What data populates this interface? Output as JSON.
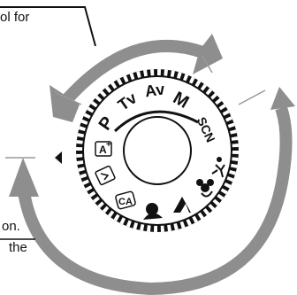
{
  "callouts": {
    "top_text": "ol for",
    "bottom_line1": "on.",
    "bottom_line2": "the"
  },
  "dial": {
    "modes": [
      "P",
      "Tv",
      "Av",
      "M",
      "SCN"
    ],
    "scene_icons": [
      "scene-intelligent-auto-plus-icon",
      "flash-off-icon",
      "creative-auto-icon",
      "portrait-icon",
      "landscape-icon",
      "close-up-icon",
      "sports-icon"
    ],
    "knurl_count": 72
  },
  "colors": {
    "arrow": "#8e8e8e",
    "ink": "#111111",
    "background": "#ffffff"
  }
}
